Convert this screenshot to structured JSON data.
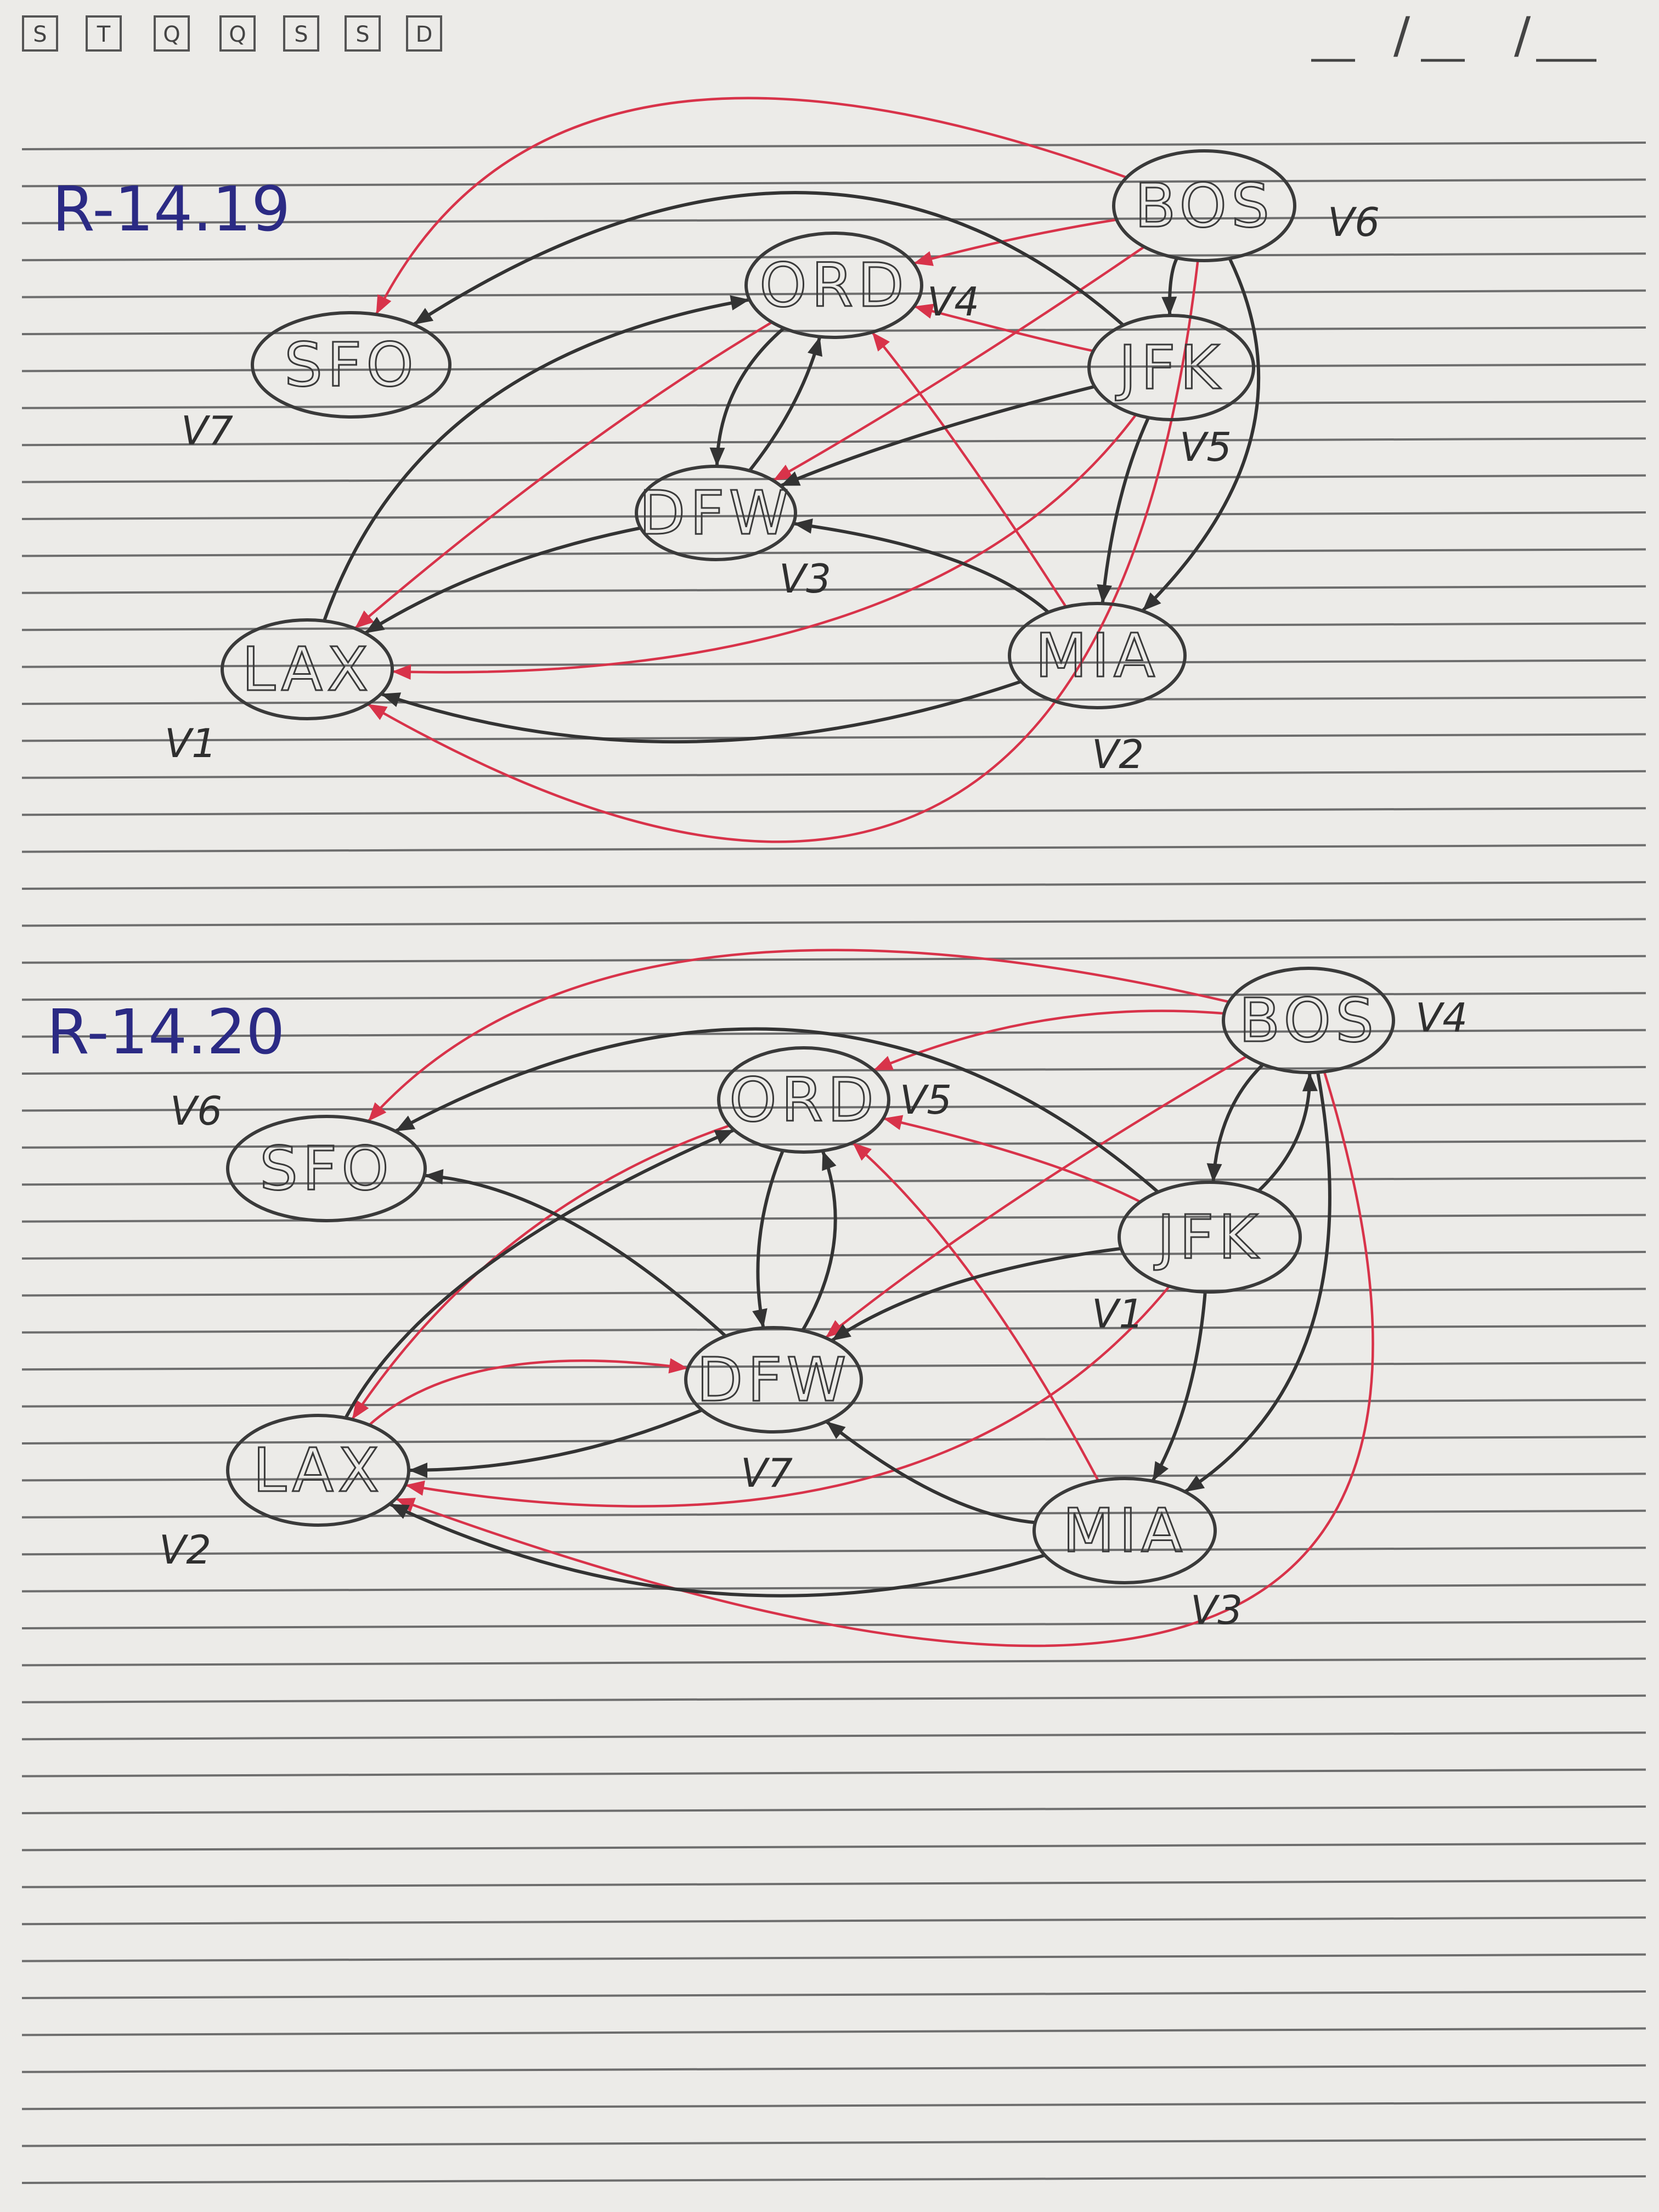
{
  "header": {
    "day_boxes": [
      "S",
      "T",
      "Q",
      "Q",
      "S",
      "S",
      "D"
    ],
    "date_separators": [
      "/",
      "/"
    ]
  },
  "diagrams": [
    {
      "id": "r1419",
      "title": "R-14.19",
      "nodes": [
        {
          "id": "SFO",
          "label": "SFO",
          "vlabel": "V7"
        },
        {
          "id": "ORD",
          "label": "ORD",
          "vlabel": "V4"
        },
        {
          "id": "BOS",
          "label": "BOS",
          "vlabel": "V6"
        },
        {
          "id": "JFK",
          "label": "JFK",
          "vlabel": "V5"
        },
        {
          "id": "DFW",
          "label": "DFW",
          "vlabel": "V3"
        },
        {
          "id": "LAX",
          "label": "LAX",
          "vlabel": "V1"
        },
        {
          "id": "MIA",
          "label": "MIA",
          "vlabel": "V2"
        }
      ],
      "edges_dark": [
        {
          "from": "JFK",
          "to": "SFO"
        },
        {
          "from": "BOS",
          "to": "JFK"
        },
        {
          "from": "BOS",
          "to": "MIA"
        },
        {
          "from": "ORD",
          "to": "DFW"
        },
        {
          "from": "DFW",
          "to": "ORD"
        },
        {
          "from": "JFK",
          "to": "DFW"
        },
        {
          "from": "JFK",
          "to": "MIA"
        },
        {
          "from": "LAX",
          "to": "ORD"
        },
        {
          "from": "DFW",
          "to": "LAX"
        },
        {
          "from": "MIA",
          "to": "DFW"
        },
        {
          "from": "MIA",
          "to": "LAX"
        }
      ],
      "edges_red": [
        {
          "from": "BOS",
          "to": "SFO"
        },
        {
          "from": "BOS",
          "to": "ORD"
        },
        {
          "from": "BOS",
          "to": "DFW"
        },
        {
          "from": "BOS",
          "to": "LAX"
        },
        {
          "from": "JFK",
          "to": "ORD"
        },
        {
          "from": "JFK",
          "to": "LAX"
        },
        {
          "from": "ORD",
          "to": "LAX"
        },
        {
          "from": "MIA",
          "to": "ORD"
        }
      ]
    },
    {
      "id": "r1420",
      "title": "R-14.20",
      "nodes": [
        {
          "id": "SFO",
          "label": "SFO",
          "vlabel": "V6"
        },
        {
          "id": "ORD",
          "label": "ORD",
          "vlabel": "V5"
        },
        {
          "id": "BOS",
          "label": "BOS",
          "vlabel": "V4"
        },
        {
          "id": "JFK",
          "label": "JFK",
          "vlabel": "V1"
        },
        {
          "id": "DFW",
          "label": "DFW",
          "vlabel": "V7"
        },
        {
          "id": "LAX",
          "label": "LAX",
          "vlabel": "V2"
        },
        {
          "id": "MIA",
          "label": "MIA",
          "vlabel": "V3"
        }
      ],
      "edges_dark": [
        {
          "from": "JFK",
          "to": "SFO"
        },
        {
          "from": "BOS",
          "to": "JFK"
        },
        {
          "from": "JFK",
          "to": "BOS"
        },
        {
          "from": "BOS",
          "to": "MIA"
        },
        {
          "from": "ORD",
          "to": "DFW"
        },
        {
          "from": "DFW",
          "to": "ORD"
        },
        {
          "from": "JFK",
          "to": "DFW"
        },
        {
          "from": "JFK",
          "to": "MIA"
        },
        {
          "from": "LAX",
          "to": "ORD"
        },
        {
          "from": "DFW",
          "to": "SFO"
        },
        {
          "from": "DFW",
          "to": "LAX"
        },
        {
          "from": "MIA",
          "to": "DFW"
        },
        {
          "from": "MIA",
          "to": "LAX"
        }
      ],
      "edges_red": [
        {
          "from": "BOS",
          "to": "SFO"
        },
        {
          "from": "BOS",
          "to": "ORD"
        },
        {
          "from": "BOS",
          "to": "DFW"
        },
        {
          "from": "BOS",
          "to": "LAX"
        },
        {
          "from": "JFK",
          "to": "ORD"
        },
        {
          "from": "JFK",
          "to": "LAX"
        },
        {
          "from": "ORD",
          "to": "LAX"
        },
        {
          "from": "MIA",
          "to": "ORD"
        },
        {
          "from": "LAX",
          "to": "DFW"
        }
      ]
    }
  ],
  "colors": {
    "paper": "#ecebe8",
    "rule_line": "#6d6d6d",
    "pencil": "#333333",
    "red_pen": "#d8334a",
    "blue_pen": "#2b2a84"
  }
}
